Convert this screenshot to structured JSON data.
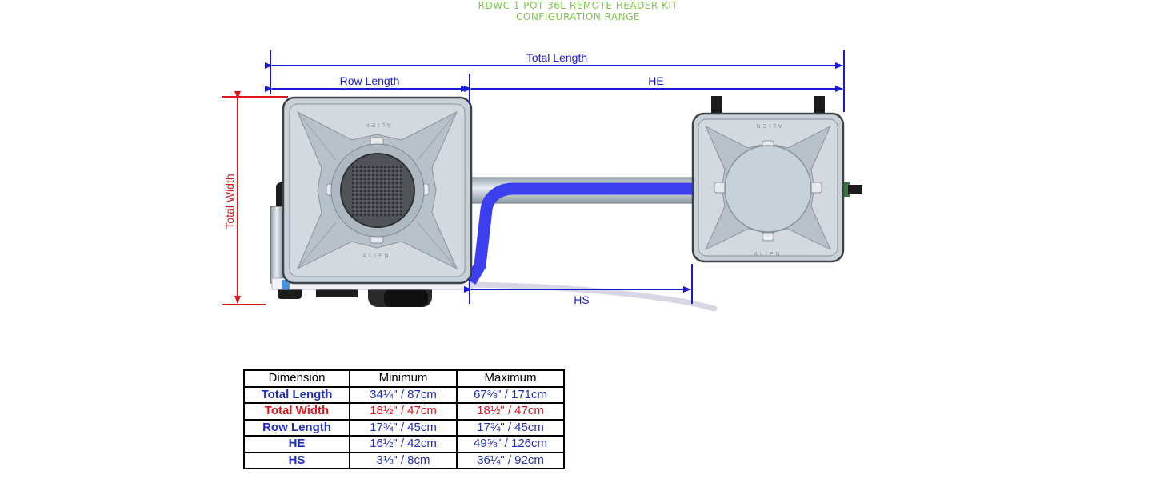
{
  "title": {
    "line1": "RDWC 1 POT 36L REMOTE HEADER KIT",
    "line2": "CONFIGURATION RANGE"
  },
  "diagram": {
    "labels": {
      "total_length": "Total Length",
      "row_length": "Row Length",
      "he": "HE",
      "hs": "HS",
      "total_width": "Total Width"
    },
    "brand_text": "ALIEN"
  },
  "table": {
    "headers": [
      "Dimension",
      "Minimum",
      "Maximum"
    ],
    "rows": [
      {
        "dimension": "Total Length",
        "minimum": "34¼\" / 87cm",
        "maximum": "67⅜\" / 171cm",
        "color": "#1f2fbf"
      },
      {
        "dimension": "Total Width",
        "minimum": "18½\" / 47cm",
        "maximum": "18½\" / 47cm",
        "color": "#e0141b"
      },
      {
        "dimension": "Row Length",
        "minimum": "17¾\" / 45cm",
        "maximum": "17¾\" / 45cm",
        "color": "#1f2fbf"
      },
      {
        "dimension": "HE",
        "minimum": "16½\" / 42cm",
        "maximum": "49⅝\" / 126cm",
        "color": "#1f2fbf"
      },
      {
        "dimension": "HS",
        "minimum": "3⅛\" / 8cm",
        "maximum": "36¼\" / 92cm",
        "color": "#1f2fbf"
      }
    ]
  },
  "colors": {
    "dimension_blue": "#1a1ad6",
    "dimension_red": "#e0141b",
    "title_green": "#7ac943",
    "tank_grey": "#c9d1d8",
    "hose_blue": "#3b3ff0"
  }
}
